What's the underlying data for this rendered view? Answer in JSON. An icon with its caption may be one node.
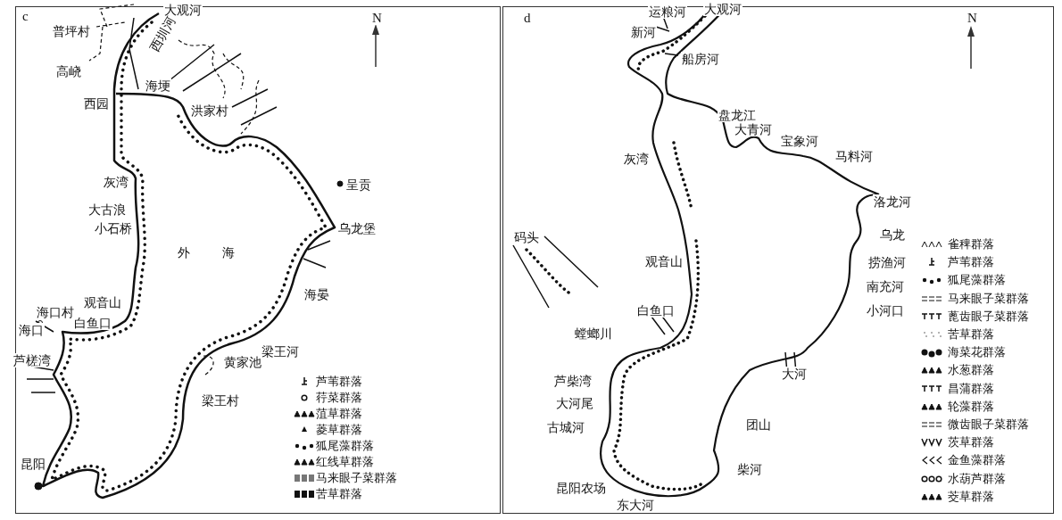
{
  "diagram": {
    "labels": [
      "c",
      "大观河",
      "普坪村",
      "西圳河",
      "高峣",
      "海埂",
      "西园",
      "洪家村",
      "呈贡",
      "灰湾",
      "大古浪",
      "小石桥",
      "外海",
      "乌龙堡",
      "海晏",
      "观音山",
      "海口村",
      "海口",
      "白鱼口",
      "芦槎湾",
      "梁王河",
      "黄家池",
      "梁王村",
      "昆阳",
      "N",
      "d",
      "运粮河",
      "大观河",
      "新河",
      "船房河",
      "盘龙江",
      "大青河",
      "宝象河",
      "马料河",
      "洛龙河",
      "灰湾",
      "乌龙",
      "码头",
      "捞渔河",
      "观音山",
      "南充河",
      "小河口",
      "白鱼口",
      "螳螂川",
      "大河",
      "芦柴湾",
      "大河尾",
      "古城河",
      "团山",
      "柴河",
      "昆阳农场",
      "东大河",
      "N"
    ],
    "legend": [
      {
        "text": "芦苇群落"
      },
      {
        "text": "荇菜群落"
      },
      {
        "text": "菹草群落"
      },
      {
        "text": "菱草群落"
      },
      {
        "text": "狐尾藻群落"
      },
      {
        "text": "红线草群落"
      },
      {
        "text": "马来眼子菜群落"
      },
      {
        "text": "苦草群落"
      },
      {
        "text": "雀稗群落"
      },
      {
        "text": "芦苇群落"
      },
      {
        "text": "狐尾藻群落"
      },
      {
        "text": "马来眼子菜群落"
      },
      {
        "text": "蓖齿眼子菜群落"
      },
      {
        "text": "苦草群落"
      },
      {
        "text": "海菜花群落"
      },
      {
        "text": "水葱群落"
      },
      {
        "text": "昌蒲群落"
      },
      {
        "text": "轮藻群落"
      },
      {
        "text": "微齿眼子菜群落"
      },
      {
        "text": "茨草群落"
      },
      {
        "text": "金鱼藻群落"
      },
      {
        "text": "水葫芦群落"
      },
      {
        "text": "茭草群落"
      }
    ]
  }
}
